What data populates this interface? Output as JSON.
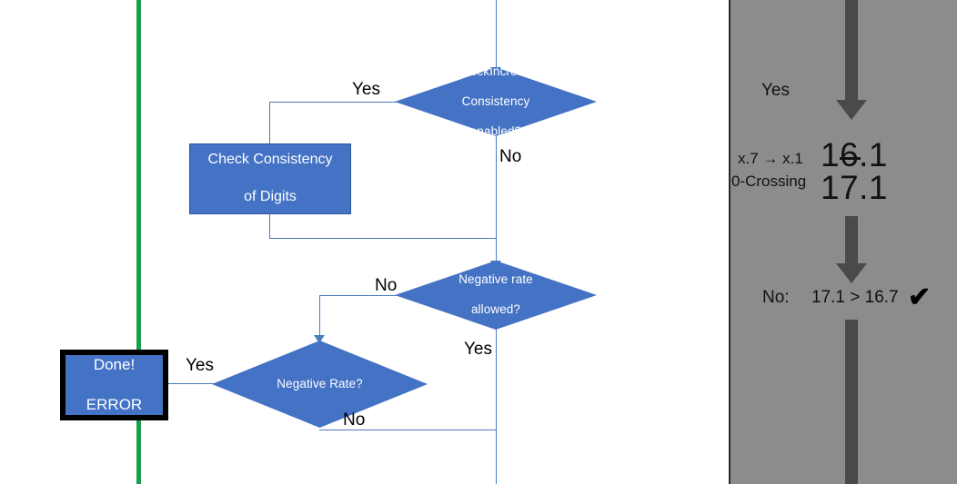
{
  "flowchart": {
    "nodes": {
      "check_increase_decision": "CheckIncrease Consistency enabled?",
      "check_increase_line1": "CheckIncrease",
      "check_increase_line2": "Consistency",
      "check_increase_line3": "enabled?",
      "check_consistency_box_line1": "Check Consistency",
      "check_consistency_box_line2": "of Digits",
      "negative_rate_allowed_line1": "Negative rate",
      "negative_rate_allowed_line2": "allowed?",
      "negative_rate_decision": "Negative Rate?",
      "done_error_line1": "Done!",
      "done_error_line2": "ERROR"
    },
    "edge_labels": {
      "check_increase_yes": "Yes",
      "check_increase_no": "No",
      "negative_rate_allowed_no": "No",
      "negative_rate_allowed_yes": "Yes",
      "negative_rate_yes": "Yes",
      "negative_rate_no": "No"
    },
    "colors": {
      "shape_fill": "#4472c4",
      "connector": "#4b7bbd",
      "marker_line": "#1a9e4b",
      "terminator_border": "#000000"
    }
  },
  "panel": {
    "yes_label": "Yes",
    "note_line1": "x.7 → x.1",
    "note_line2": "0-Crossing",
    "value_struck": "16.1",
    "value_current": "17.1",
    "result_prefix": "No:",
    "result_comparison": "17.1 > 16.7",
    "result_check": "✔",
    "colors": {
      "background": "#8c8c8c",
      "arrow": "#4a4a4a",
      "border": "#2b2b2b"
    }
  }
}
